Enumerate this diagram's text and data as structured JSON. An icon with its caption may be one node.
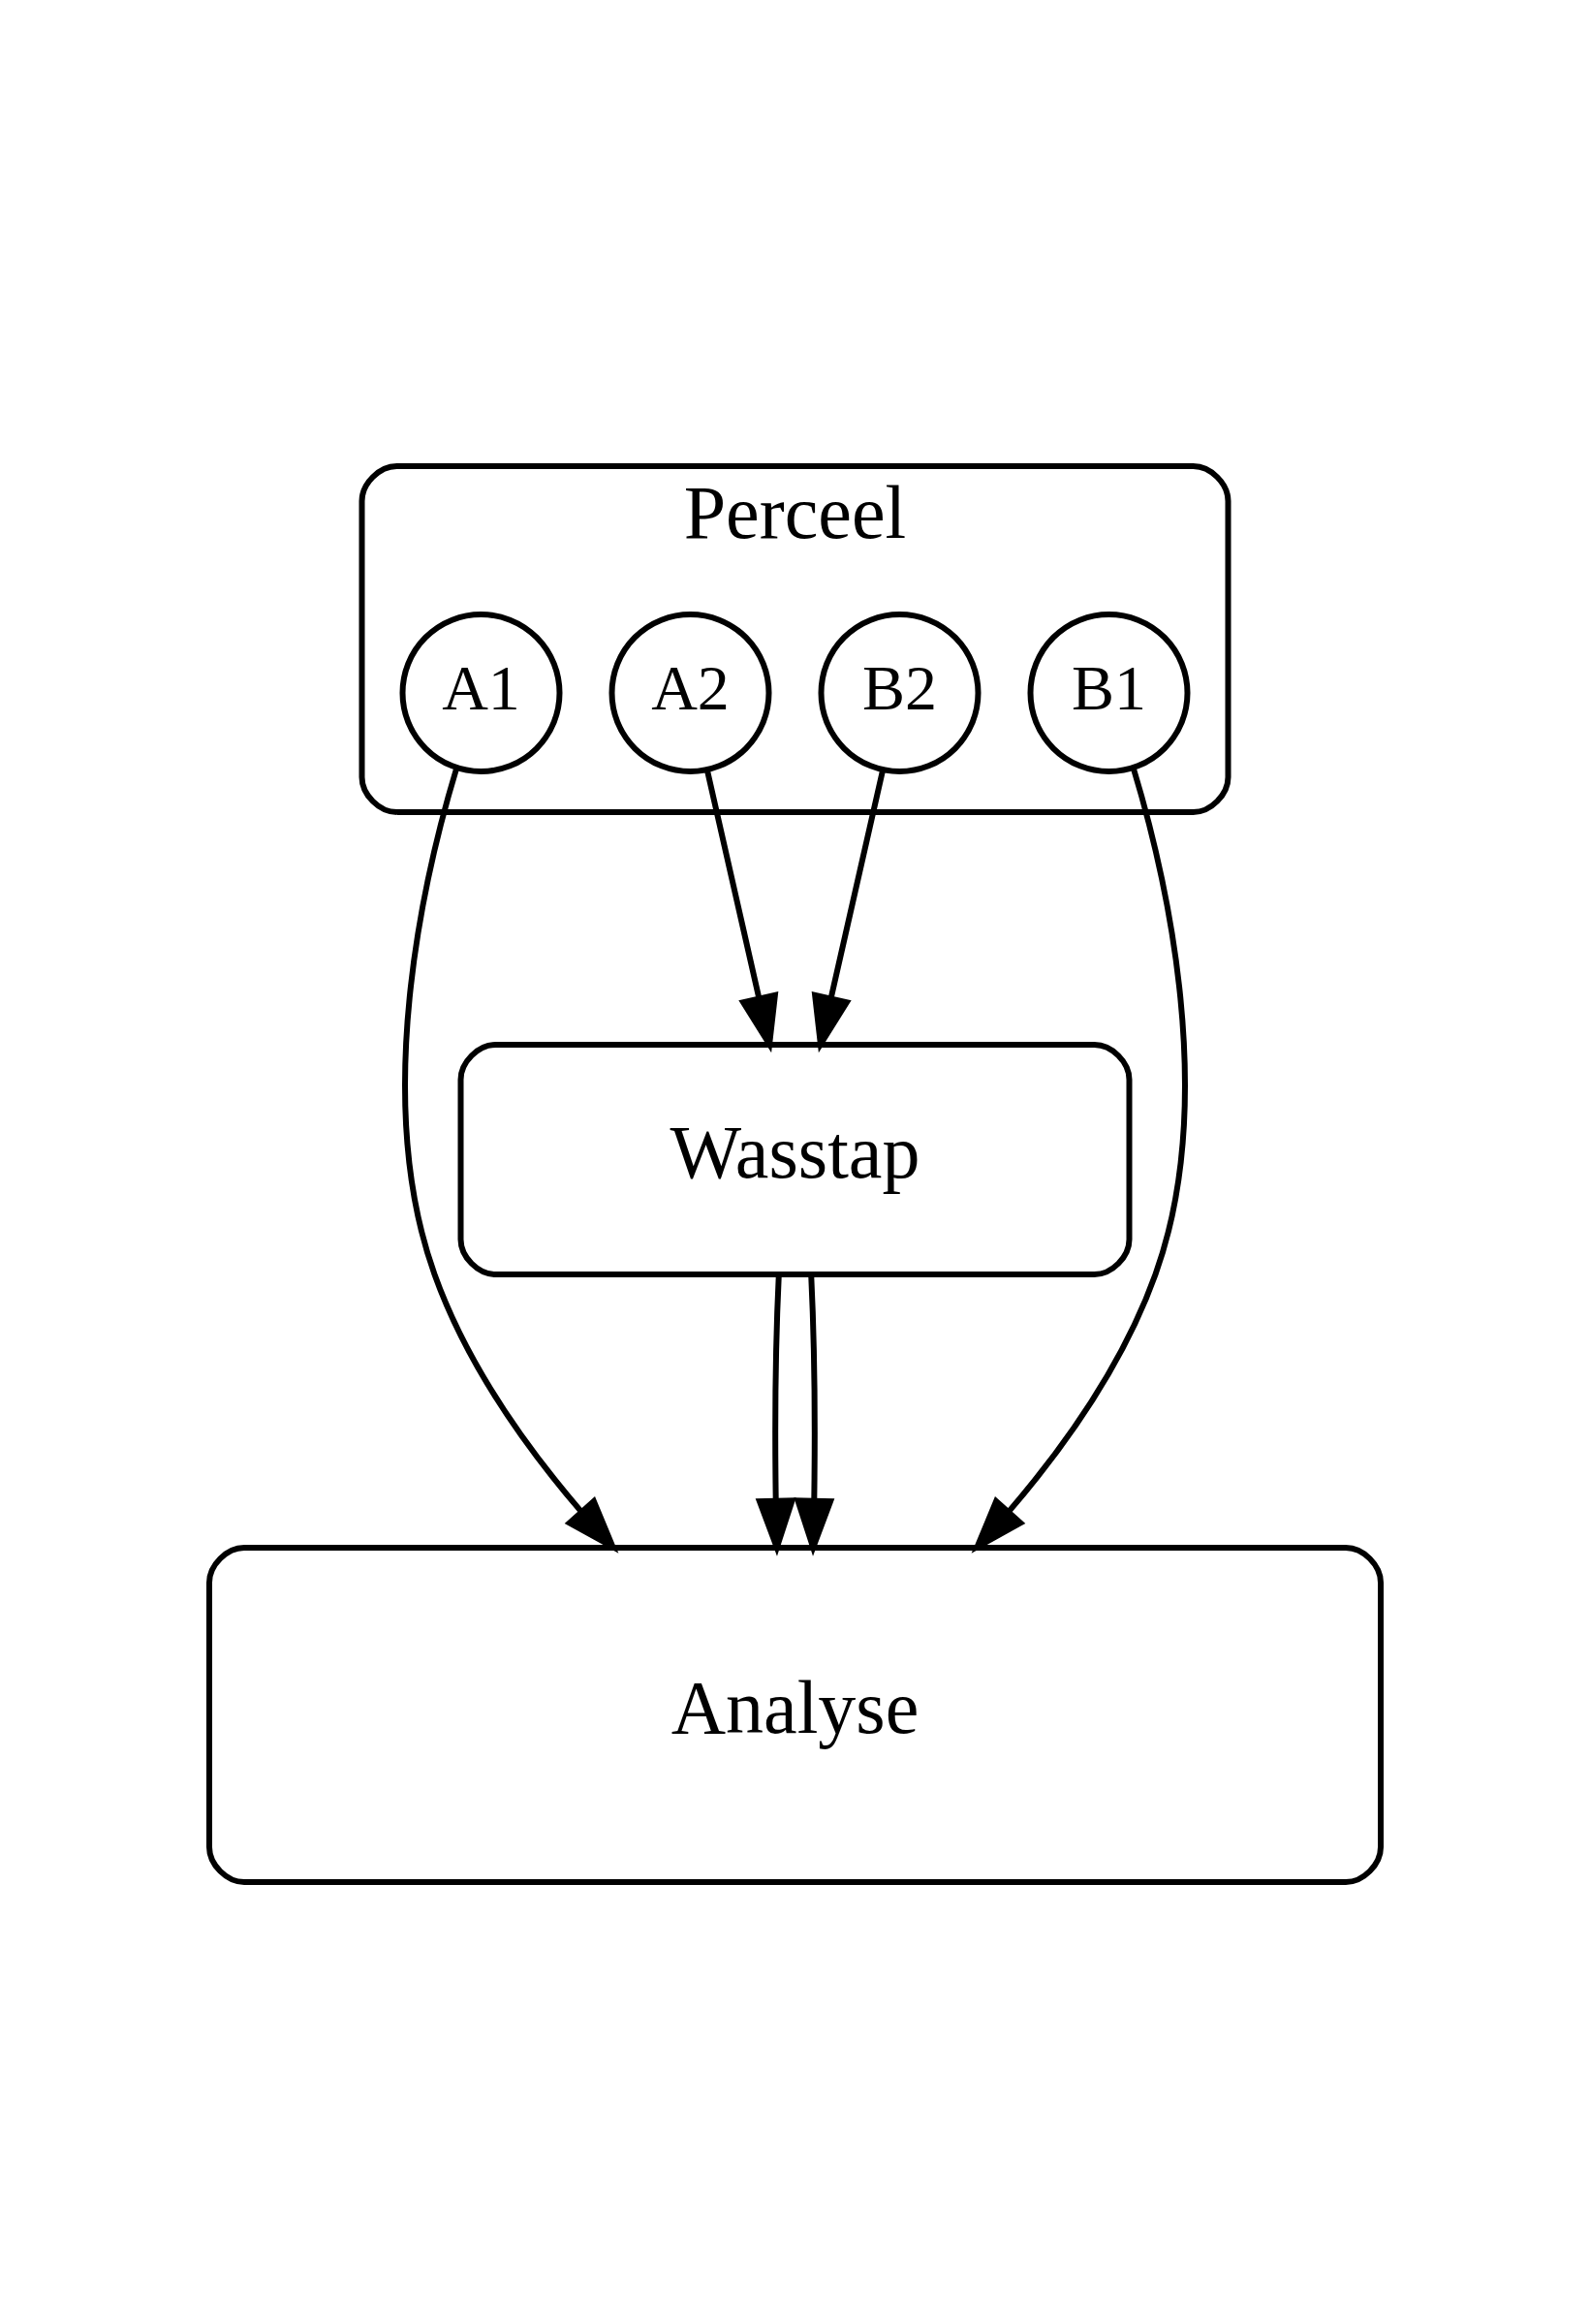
{
  "diagram": {
    "nodes": [
      {
        "text": [
          "Perceel"
        ]
      },
      {
        "text": [
          "A1"
        ],
        "in": 0
      },
      {
        "text": [
          "A2"
        ],
        "in": 0
      },
      {
        "text": [
          "B2"
        ],
        "in": 0
      },
      {
        "text": [
          "B1"
        ],
        "in": 0
      },
      {
        "text": [
          "Wasstap"
        ]
      },
      {
        "text": [
          "Analyse"
        ]
      }
    ],
    "edges": [
      {
        "from": 1,
        "to": 6,
        "arrow": "to"
      },
      {
        "from": 2,
        "to": 5,
        "arrow": "to"
      },
      {
        "from": 3,
        "to": 5,
        "arrow": "to"
      },
      {
        "from": 4,
        "to": 6,
        "arrow": "to"
      },
      {
        "from": 5,
        "to": 6,
        "arrow": "to"
      },
      {
        "from": 5,
        "to": 6,
        "arrow": "to"
      }
    ]
  }
}
